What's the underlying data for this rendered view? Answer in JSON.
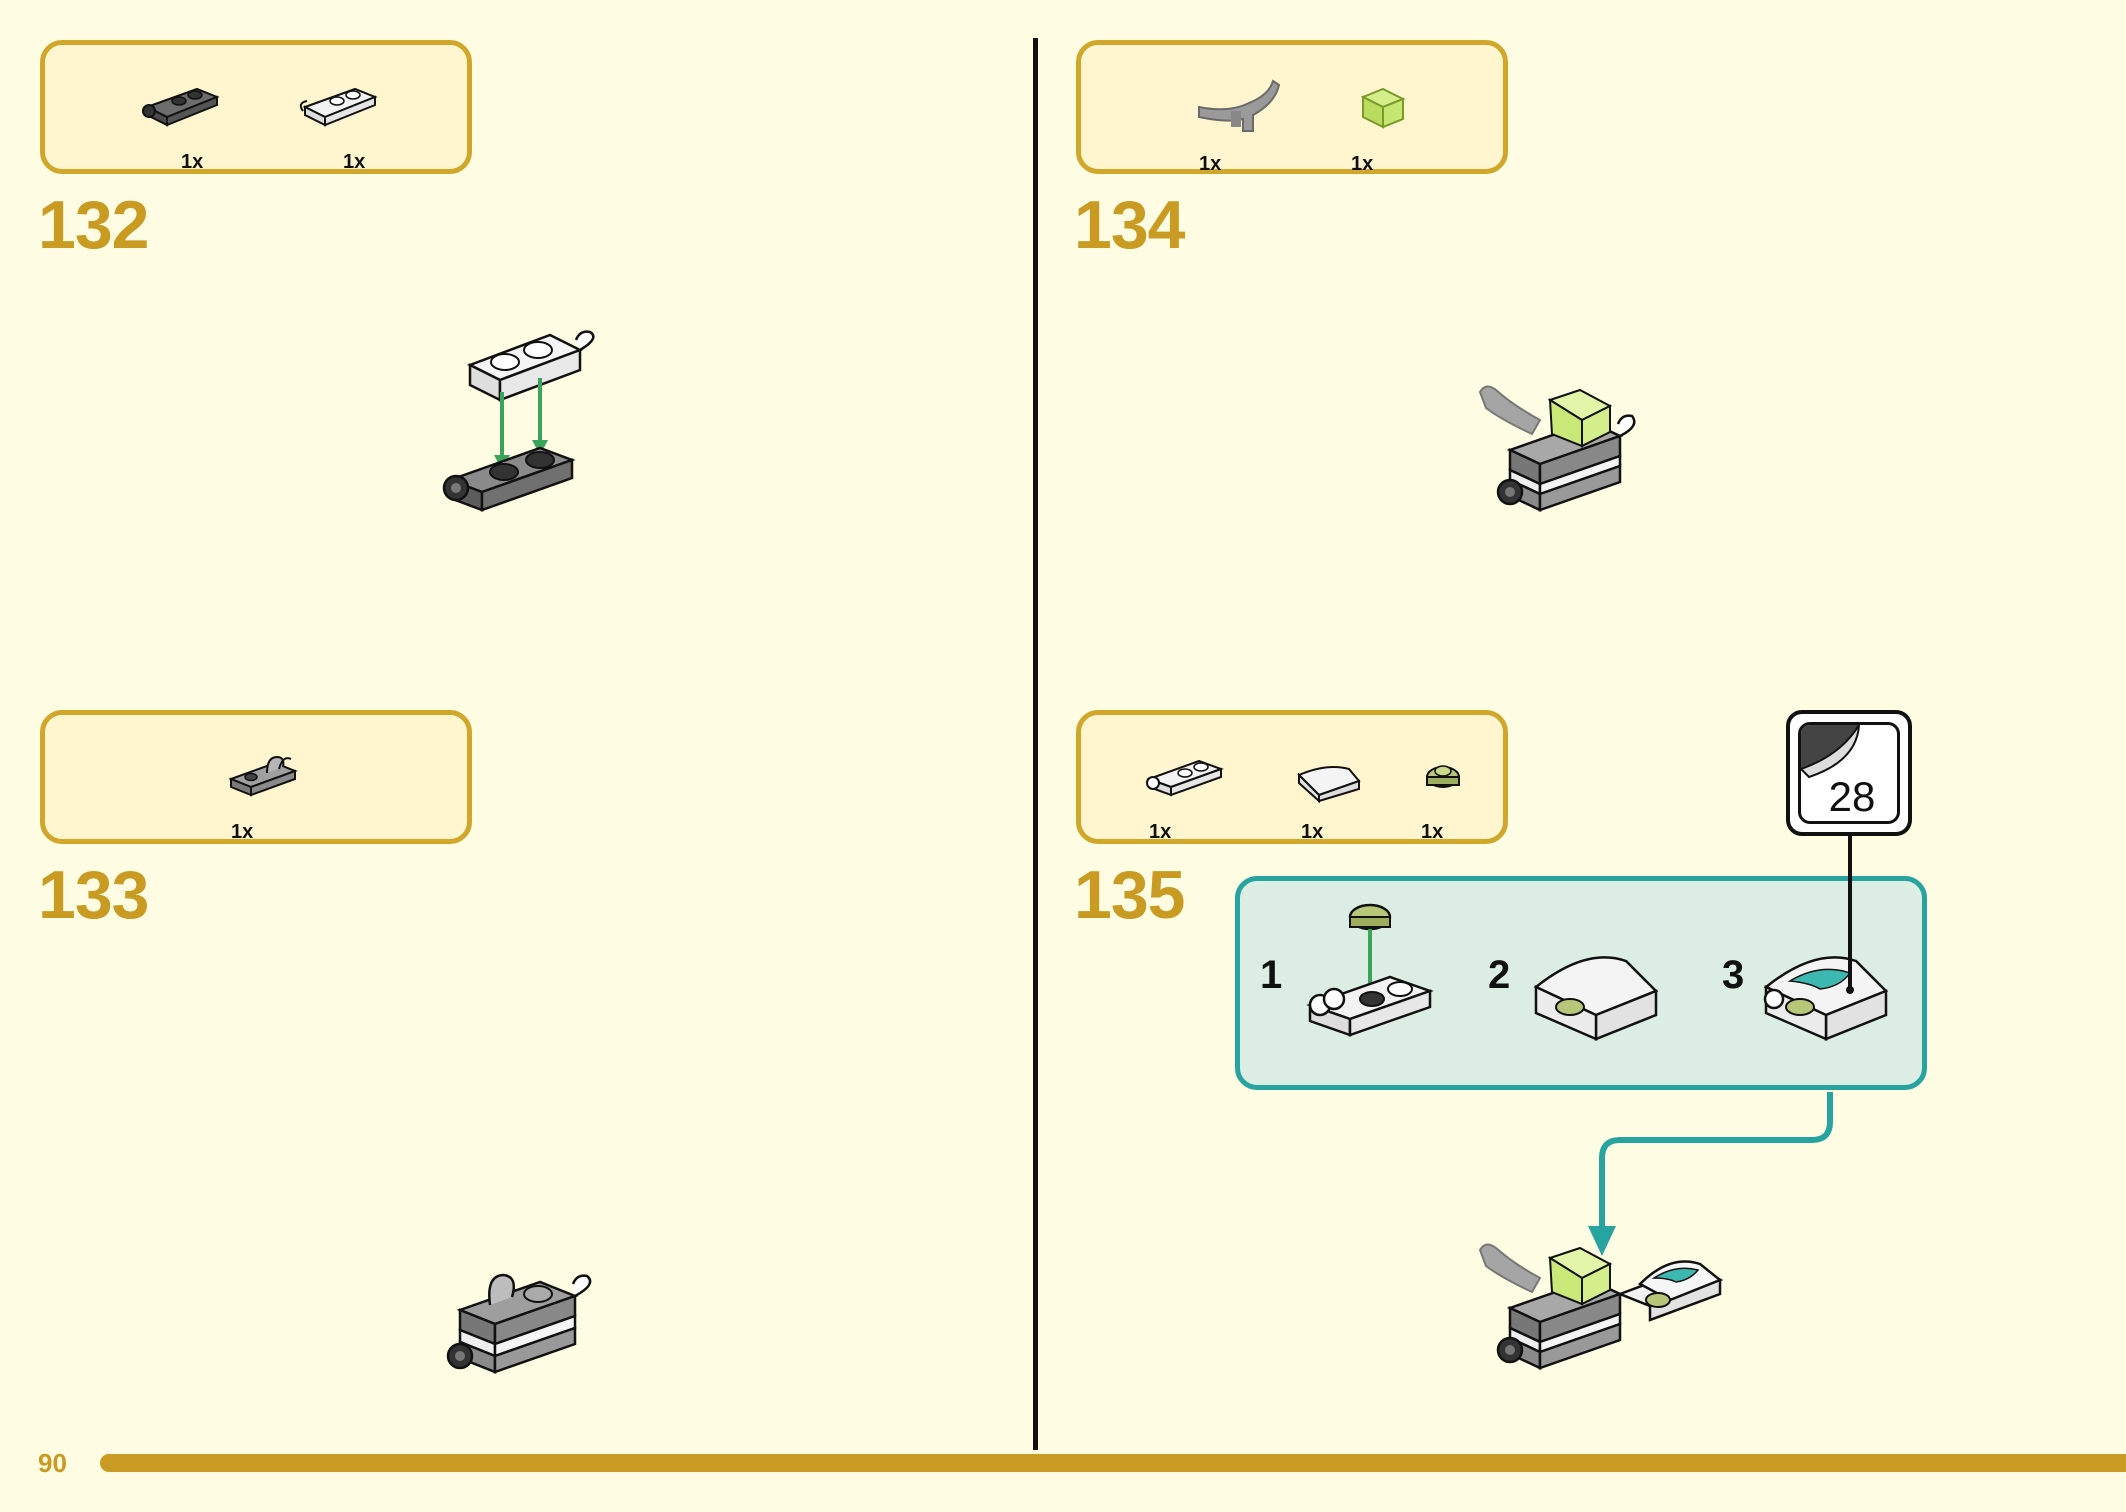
{
  "page_number": "90",
  "steps": [
    {
      "number": "132",
      "parts": [
        {
          "name": "dark-gray-clip-plate",
          "qty": "1x"
        },
        {
          "name": "white-hinge-plate",
          "qty": "1x"
        }
      ]
    },
    {
      "number": "133",
      "parts": [
        {
          "name": "gray-clip-plate",
          "qty": "1x"
        }
      ]
    },
    {
      "number": "134",
      "parts": [
        {
          "name": "gray-horn-piece",
          "qty": "1x"
        },
        {
          "name": "lime-trans-slope",
          "qty": "1x"
        }
      ]
    },
    {
      "number": "135",
      "parts": [
        {
          "name": "white-bar-plate",
          "qty": "1x"
        },
        {
          "name": "white-curved-slope",
          "qty": "1x"
        },
        {
          "name": "lime-round-plate",
          "qty": "1x"
        }
      ]
    }
  ],
  "substeps": [
    "1",
    "2",
    "3"
  ],
  "sticker_number": "28",
  "colors": {
    "accent": "#c99b22",
    "panel": "#fff6d0",
    "substep_border": "#27a49f",
    "arrow_green": "#3aa55a"
  }
}
